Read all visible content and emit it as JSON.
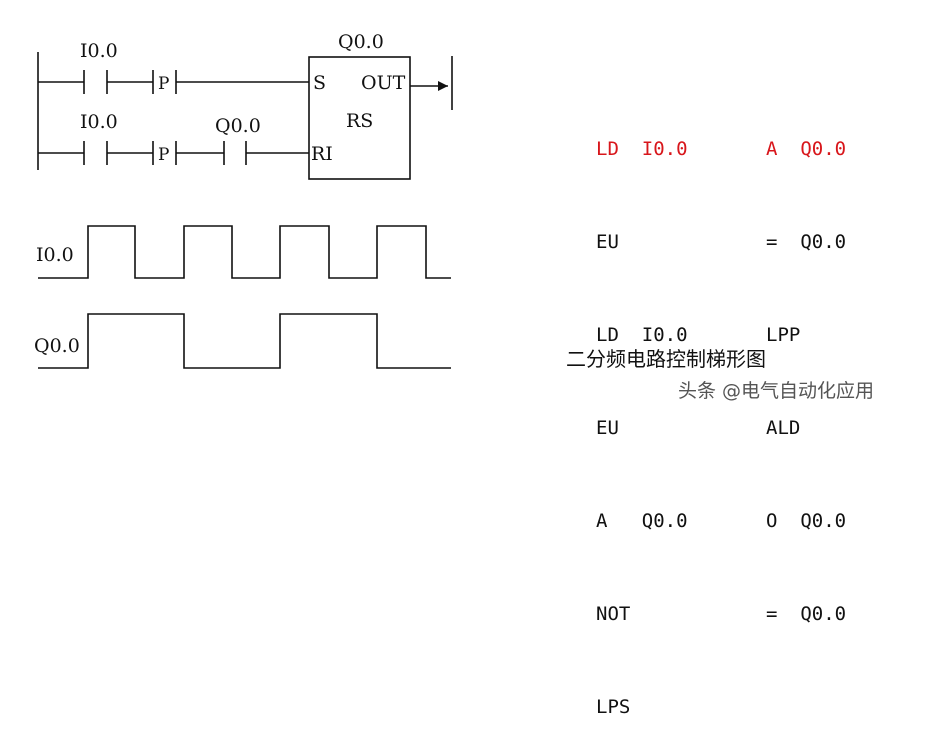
{
  "ladder": {
    "coil_label": "Q0.0",
    "rung1_contact": "I0.0",
    "rung2_contact": "I0.0",
    "rung2_contact2": "Q0.0",
    "p1": "P",
    "p2": "P",
    "box_s": "S",
    "box_out": "OUT",
    "box_rs": "RS",
    "box_r": "RI"
  },
  "timing": {
    "signal1": "I0.0",
    "signal2": "Q0.0"
  },
  "code": {
    "left": [
      "LD  I0.0",
      "EU",
      "LD  I0.0",
      "EU",
      "A   Q0.0",
      "NOT",
      "LPS"
    ],
    "right": [
      "A  Q0.0",
      "=  Q0.0",
      "LPP",
      "ALD",
      "O  Q0.0",
      "=  Q0.0"
    ]
  },
  "caption": "二分频电路控制梯形图",
  "watermark": "头条 @电气自动化应用",
  "colors": {
    "highlight": "#d8161b"
  }
}
